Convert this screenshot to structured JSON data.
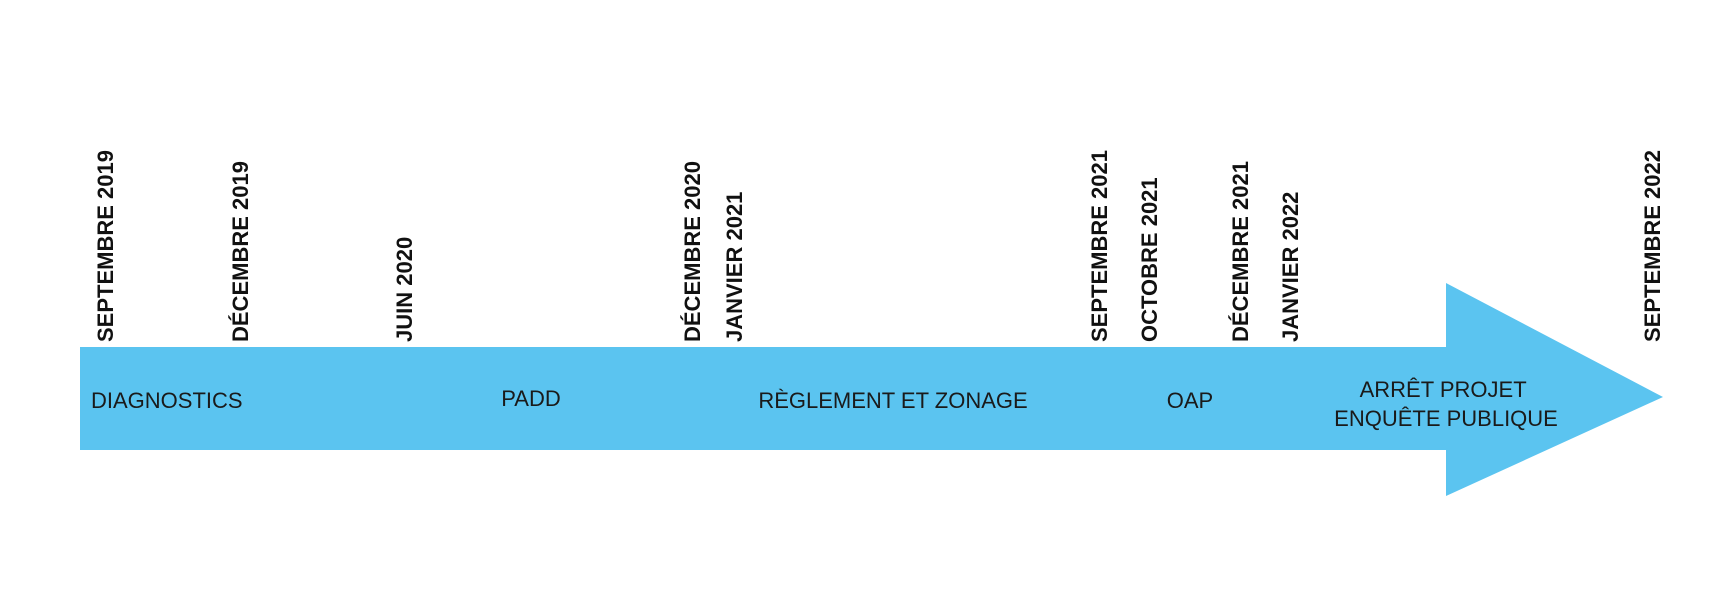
{
  "colors": {
    "arrow": "#5BC4F0",
    "text": "#111111",
    "background": "#ffffff"
  },
  "dates": [
    "SEPTEMBRE 2019",
    "DÉCEMBRE 2019",
    "JUIN 2020",
    "DÉCEMBRE 2020",
    "JANVIER 2021",
    "SEPTEMBRE 2021",
    "OCTOBRE 2021",
    "DÉCEMBRE 2021",
    "JANVIER 2022",
    "SEPTEMBRE 2022"
  ],
  "phases": [
    {
      "lines": [
        "DIAGNOSTICS"
      ]
    },
    {
      "lines": [
        "PADD"
      ]
    },
    {
      "lines": [
        "RÈGLEMENT ET ZONAGE"
      ]
    },
    {
      "lines": [
        "OAP"
      ]
    },
    {
      "lines": [
        "ARRÊT PROJET",
        "ENQUÊTE PUBLIQUE"
      ]
    }
  ]
}
